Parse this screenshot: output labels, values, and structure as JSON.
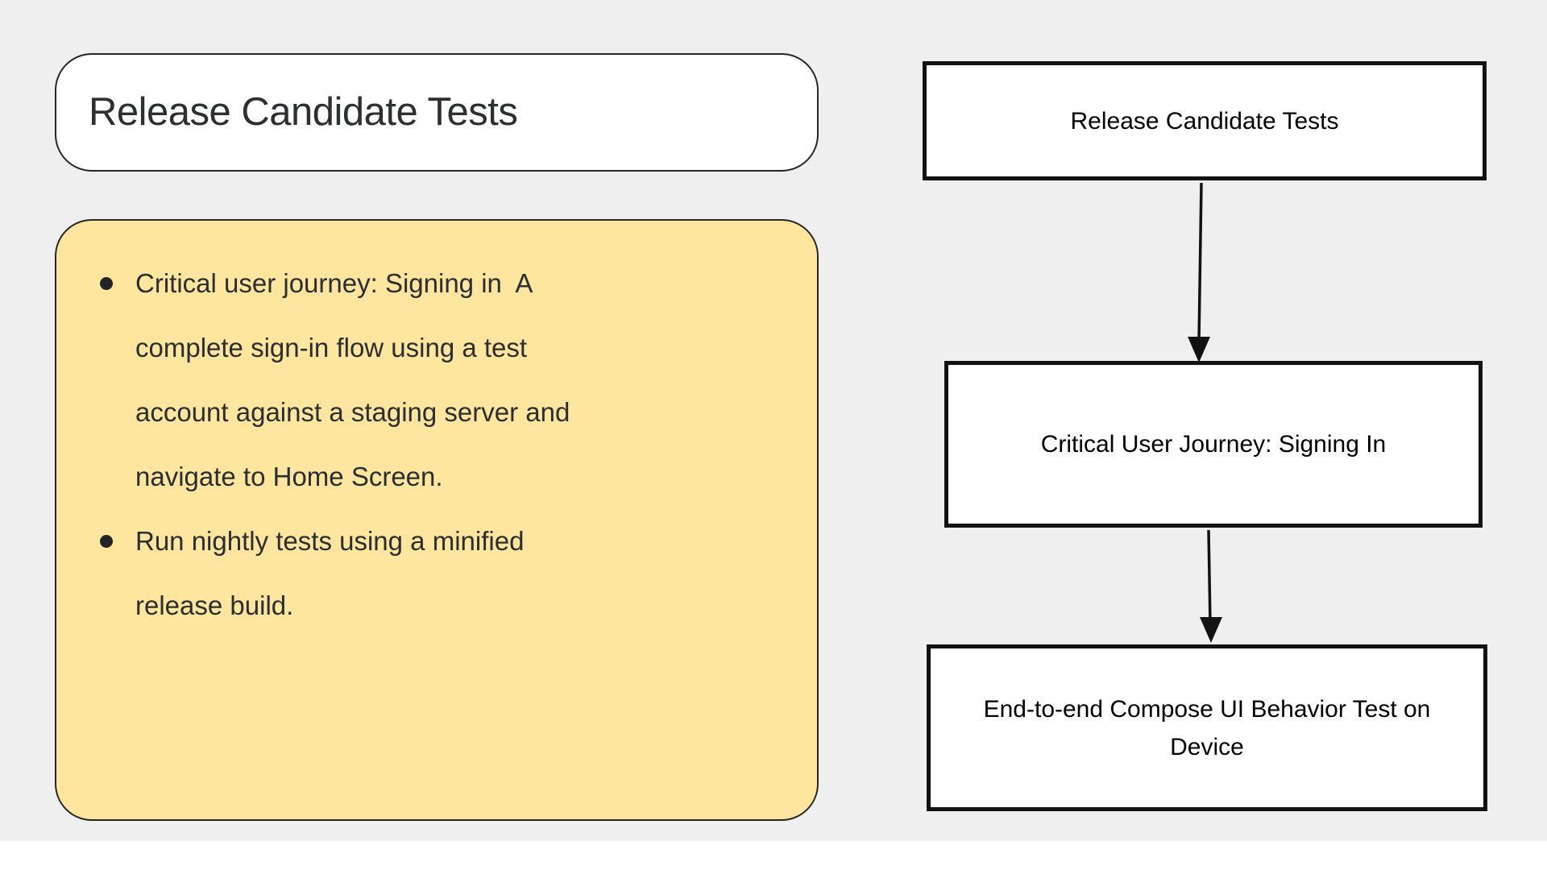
{
  "page": {
    "background_color": "#efefef",
    "bottom_strip_color": "#ffffff"
  },
  "title_card": {
    "title": "Release Candidate Tests",
    "background_color": "#ffffff",
    "border_color": "#262626"
  },
  "notes_card": {
    "background_color": "#ffe69e",
    "border_color": "#262626",
    "bullets": [
      "Critical user journey: Signing in  A\ncomplete sign-in flow using a test\naccount against a staging server and\nnavigate to Home Screen.",
      "Run nightly tests using a minified\nrelease build."
    ]
  },
  "flowchart": {
    "node_background": "#ffffff",
    "node_border_color": "#121212",
    "arrow_color": "#121212",
    "nodes": [
      {
        "label": "Release Candidate Tests"
      },
      {
        "label": "Critical User Journey: Signing In"
      },
      {
        "label": "End-to-end Compose UI Behavior Test on\nDevice"
      }
    ]
  }
}
